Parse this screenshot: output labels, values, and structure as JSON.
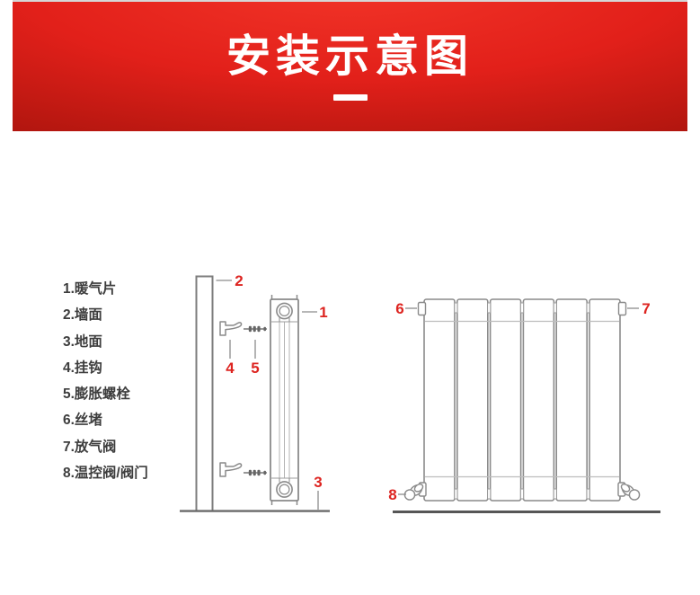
{
  "header": {
    "title": "安装示意图",
    "text_color": "#ffffff",
    "bg_gradient": [
      "#f23428",
      "#e2201a",
      "#9c120e"
    ]
  },
  "legend": {
    "text_color": "#3d3d3d",
    "items": [
      "1.暖气片",
      "2.墙面",
      "3.地面",
      "4.挂钩",
      "5.膨胀螺栓",
      "6.丝堵",
      "7.放气阀",
      "8.温控阀/阀门"
    ]
  },
  "callouts": {
    "color": "#dd2420",
    "radiator": "1",
    "wall": "2",
    "floor": "3",
    "hook": "4",
    "expansion_bolt": "5",
    "plug": "6",
    "air_release_valve": "7",
    "thermostatic_valve": "8"
  },
  "diagram": {
    "outline_color": "#8a8a8a",
    "floor_color": "#5c5c5c",
    "front_view_sections": 6
  }
}
